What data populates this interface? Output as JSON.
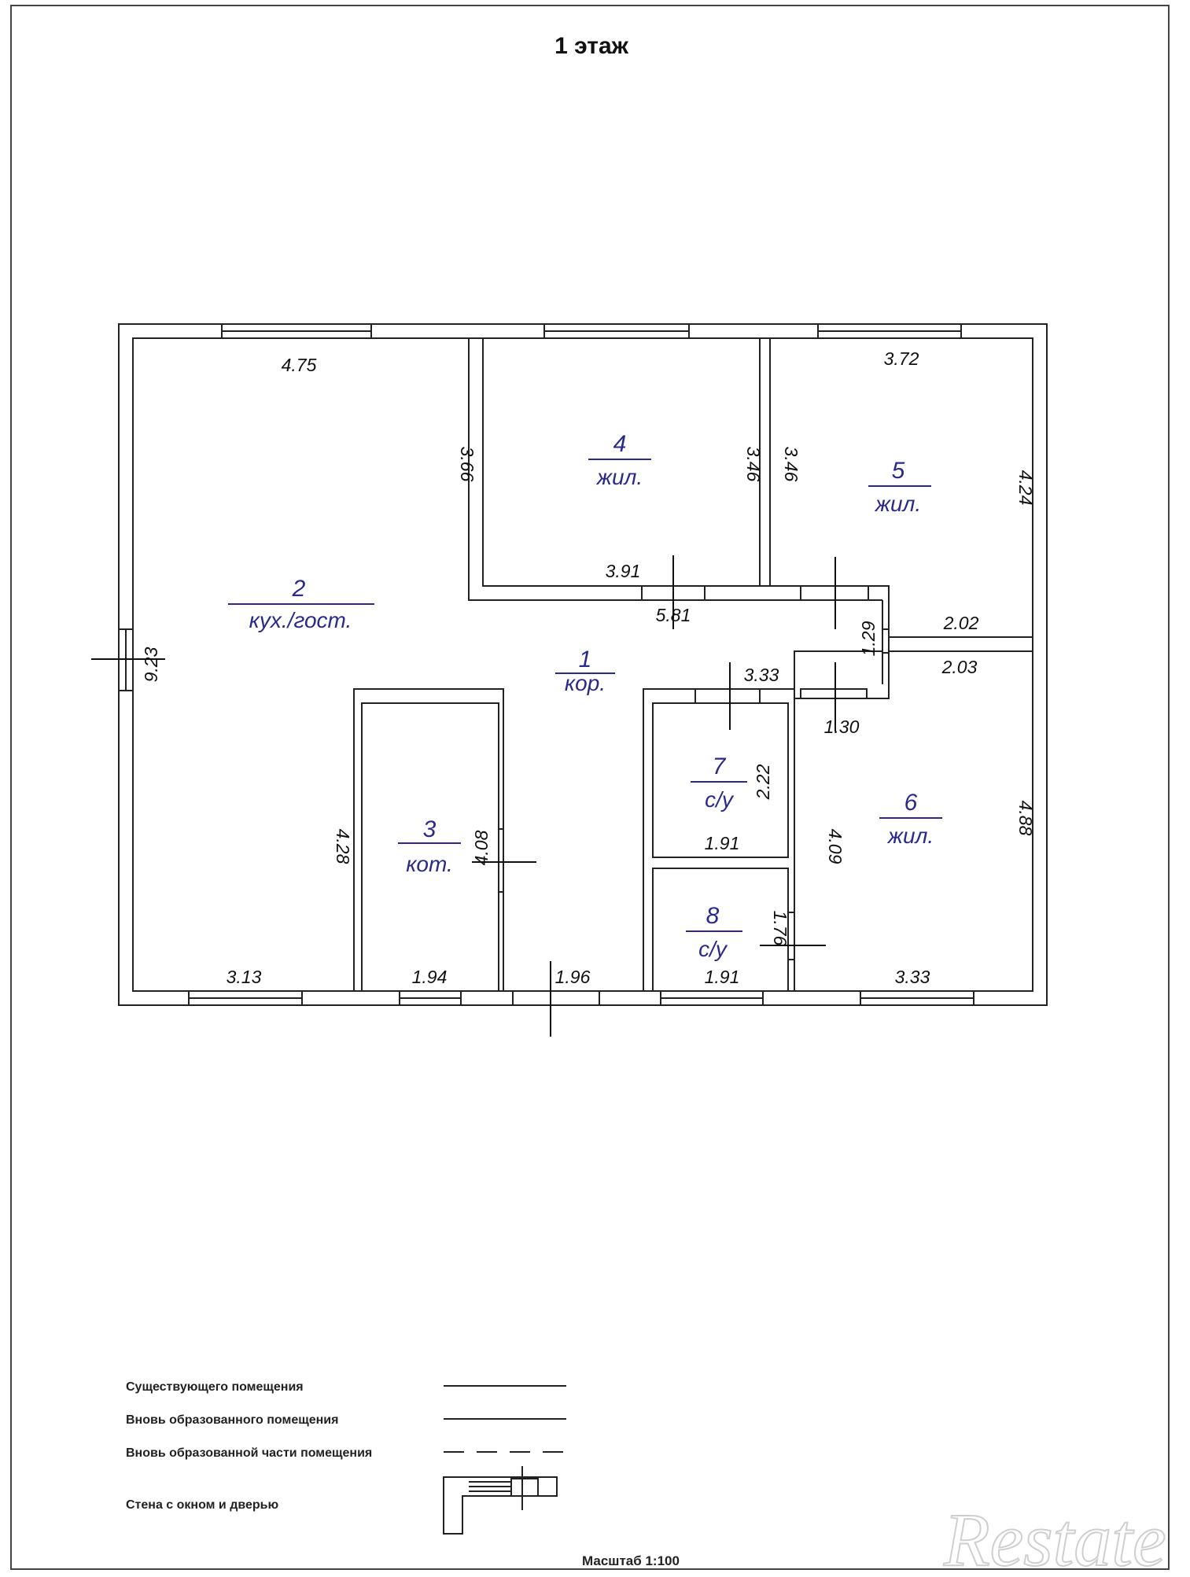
{
  "title": "1 этаж",
  "rooms": [
    {
      "num": "1",
      "name": "кор."
    },
    {
      "num": "2",
      "name": "кух./гост."
    },
    {
      "num": "3",
      "name": "кот."
    },
    {
      "num": "4",
      "name": "жил."
    },
    {
      "num": "5",
      "name": "жил."
    },
    {
      "num": "6",
      "name": "жил."
    },
    {
      "num": "7",
      "name": "с/у"
    },
    {
      "num": "8",
      "name": "с/у"
    }
  ],
  "dimensions": {
    "r2_top": "4.75",
    "r2_right": "3.66",
    "r2_left": "9.23",
    "r2_bottom": "3.13",
    "r2_lower_right": "4.28",
    "r4_right": "3.46",
    "r4_bottom": "3.91",
    "r5_top": "3.72",
    "r5_left": "3.46",
    "r5_right": "4.24",
    "r5_bottom": "2.02",
    "corr_top": "5.81",
    "corr_vert": "1.29",
    "corr_mid": "3.33",
    "corr_small": "1.30",
    "corr_bottom": "1.96",
    "r6_top": "2.03",
    "r6_left": "4.09",
    "r6_right": "4.88",
    "r6_bottom": "3.33",
    "r7_right": "2.22",
    "r7_bottom": "1.91",
    "r8_right": "1.76",
    "r8_bottom": "1.91",
    "r3_right": "4.08",
    "r3_bottom": "1.94"
  },
  "legend": [
    {
      "label": "Существующего помещения",
      "style": "solid"
    },
    {
      "label": "Вновь образованного помещения",
      "style": "solid"
    },
    {
      "label": "Вновь образованной части помещения",
      "style": "dashed"
    },
    {
      "label": "Стена с окном и дверью",
      "style": "symbol"
    }
  ],
  "scale": "Масштаб 1:100",
  "watermark": "Restate"
}
